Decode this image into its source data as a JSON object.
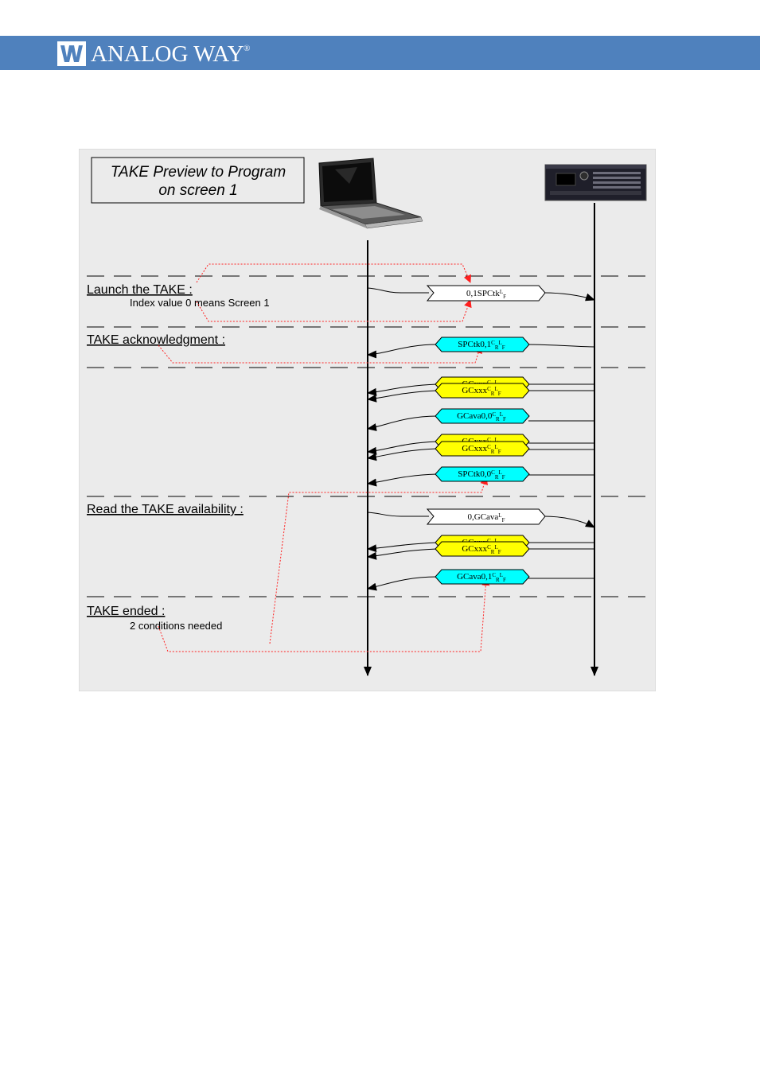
{
  "header": {
    "brand": "ANALOG WAY",
    "registered": "®",
    "color": "#4f81bd"
  },
  "diagram": {
    "title_line1": "TAKE Preview to Program",
    "title_line2": "on screen 1",
    "computer_icon": "laptop-icon",
    "device_icon": "video-processor-icon",
    "sections": [
      {
        "label": "Launch the TAKE :",
        "note": "Index value 0 means Screen 1"
      },
      {
        "label": "TAKE acknowledgment :",
        "note": ""
      },
      {
        "label": "Read the TAKE availability :",
        "note": ""
      },
      {
        "label": "TAKE ended :",
        "note": "2 conditions needed"
      }
    ],
    "messages": {
      "send_take": "0,1SPCtk",
      "ack_take": "SPCtk0,1",
      "gcxxx_a1": "GCxxx",
      "gcxxx_a2": "GCxxx",
      "gcava_0": "GCava0,0",
      "gcxxx_b1": "GCxxx",
      "gcxxx_b2": "GCxxx",
      "spctk_00": "SPCtk0,0",
      "read_gcava": "0,GCava",
      "gcxxx_c1": "GCxxx",
      "gcxxx_c2": "GCxxx",
      "gcava_1": "GCava0,1"
    },
    "suffix_c": "C",
    "suffix_r": "R",
    "suffix_l": "L",
    "suffix_f": "F",
    "colors": {
      "background": "#ebebeb",
      "send": "#ffffff",
      "response_cyan": "#00ffff",
      "response_yellow": "#ffff00",
      "annotation": "#ff3030"
    }
  }
}
